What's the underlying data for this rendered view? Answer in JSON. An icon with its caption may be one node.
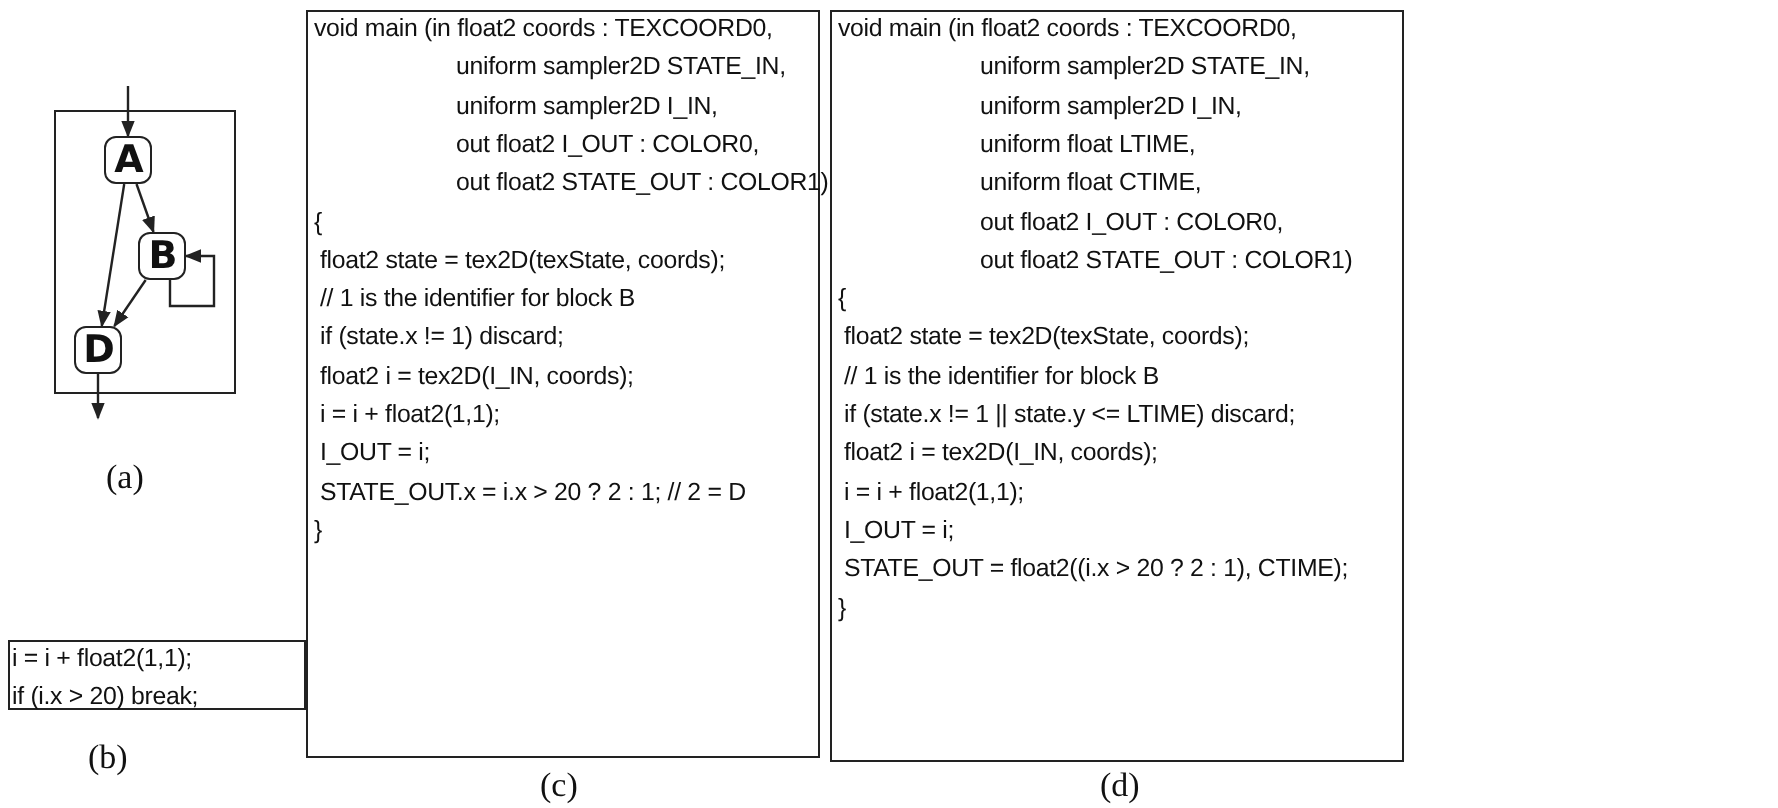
{
  "diagram": {
    "nodes": [
      {
        "text": [],
        "shape": "box"
      },
      {
        "text": [
          "A"
        ],
        "in": 0
      },
      {
        "text": [
          "B"
        ],
        "in": 0
      },
      {
        "text": [
          "D"
        ],
        "in": 0
      },
      {
        "text": [
          "i = i + float2(1,1);",
          "if (i.x > 20) break;"
        ]
      },
      {
        "text": [
          "void main (in float2 coords : TEXCOORD0,",
          "uniform sampler2D STATE_IN,",
          "uniform sampler2D I_IN,",
          "out float2 I_OUT : COLOR0,",
          "out float2 STATE_OUT : COLOR1)",
          "{",
          "float2 state = tex2D(texState, coords);",
          "// 1 is the identifier for block B",
          "if (state.x != 1)  discard;",
          "float2 i = tex2D(I_IN, coords);",
          "i = i + float2(1,1);",
          "I_OUT = i;",
          "STATE_OUT.x = i.x > 20 ? 2 : 1;  // 2 = D",
          "}"
        ]
      },
      {
        "text": [
          "void main (in float2 coords : TEXCOORD0,",
          "uniform sampler2D STATE_IN,",
          "uniform sampler2D I_IN,",
          "uniform float LTIME,",
          "uniform float CTIME,",
          "out float2 I_OUT : COLOR0,",
          "out float2 STATE_OUT : COLOR1)",
          "{",
          "float2 state = tex2D(texState, coords);",
          "// 1 is the identifier for block B",
          "if (state.x != 1 || state.y <= LTIME)  discard;",
          "float2 i = tex2D(I_IN, coords);",
          "i = i + float2(1,1);",
          "I_OUT = i;",
          "STATE_OUT = float2((i.x > 20 ? 2 : 1), CTIME);",
          "}"
        ]
      }
    ],
    "edges": [
      {
        "from": null,
        "to": 1,
        "arrow": "to"
      },
      {
        "from": 1,
        "to": 2,
        "arrow": "to"
      },
      {
        "from": 1,
        "to": 3,
        "arrow": "to"
      },
      {
        "from": 2,
        "to": 3,
        "arrow": "to"
      },
      {
        "from": 2,
        "to": 2,
        "arrow": "to"
      },
      {
        "from": 3,
        "to": null,
        "arrow": "to"
      }
    ],
    "labels": [
      "(a)",
      "(b)",
      "(c)",
      "(d)"
    ]
  }
}
